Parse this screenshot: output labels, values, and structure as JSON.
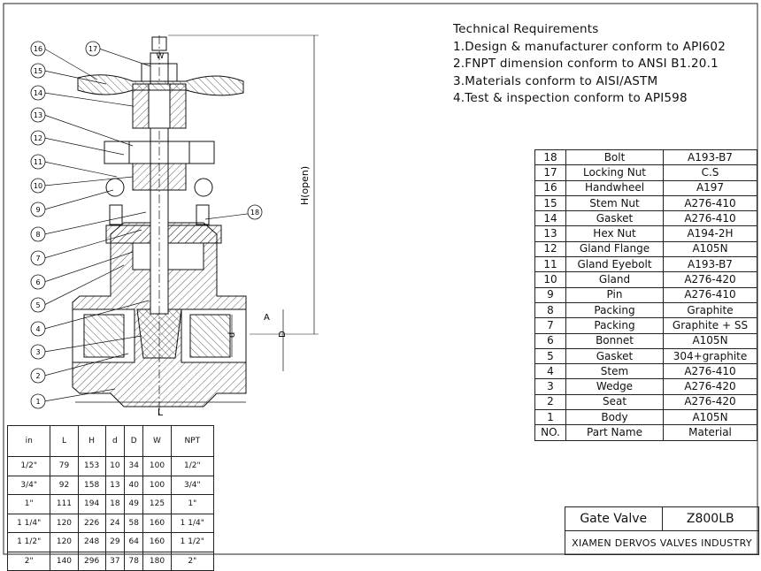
{
  "requirements": {
    "heading": "Technical Requirements",
    "items": [
      "1.Design & manufacturer conform to API602",
      "2.FNPT dimension conform to ANSI B1.20.1",
      "3.Materials conform to AISI/ASTM",
      "4.Test & inspection conform to API598"
    ]
  },
  "labels": {
    "h_open": "H(open)",
    "w": "W",
    "l": "L",
    "d": "d",
    "d_big": "D",
    "a": "A",
    "balloons": [
      "1",
      "2",
      "3",
      "4",
      "5",
      "6",
      "7",
      "8",
      "9",
      "10",
      "11",
      "12",
      "13",
      "14",
      "15",
      "16",
      "17",
      "18"
    ]
  },
  "parts": {
    "header": {
      "no": "NO.",
      "name": "Part Name",
      "material": "Material"
    },
    "rows": [
      {
        "no": "18",
        "name": "Bolt",
        "material": "A193-B7"
      },
      {
        "no": "17",
        "name": "Locking Nut",
        "material": "C.S"
      },
      {
        "no": "16",
        "name": "Handwheel",
        "material": "A197"
      },
      {
        "no": "15",
        "name": "Stem Nut",
        "material": "A276-410"
      },
      {
        "no": "14",
        "name": "Gasket",
        "material": "A276-410"
      },
      {
        "no": "13",
        "name": "Hex Nut",
        "material": "A194-2H"
      },
      {
        "no": "12",
        "name": "Gland Flange",
        "material": "A105N"
      },
      {
        "no": "11",
        "name": "Gland Eyebolt",
        "material": "A193-B7"
      },
      {
        "no": "10",
        "name": "Gland",
        "material": "A276-420"
      },
      {
        "no": "9",
        "name": "Pin",
        "material": "A276-410"
      },
      {
        "no": "8",
        "name": "Packing",
        "material": "Graphite"
      },
      {
        "no": "7",
        "name": "Packing",
        "material": "Graphite + SS"
      },
      {
        "no": "6",
        "name": "Bonnet",
        "material": "A105N"
      },
      {
        "no": "5",
        "name": "Gasket",
        "material": "304+graphite"
      },
      {
        "no": "4",
        "name": "Stem",
        "material": "A276-410"
      },
      {
        "no": "3",
        "name": "Wedge",
        "material": "A276-420"
      },
      {
        "no": "2",
        "name": "Seat",
        "material": "A276-420"
      },
      {
        "no": "1",
        "name": "Body",
        "material": "A105N"
      }
    ]
  },
  "dimensions": {
    "header": [
      "in",
      "L",
      "H",
      "d",
      "D",
      "W",
      "NPT"
    ],
    "rows": [
      [
        "1/2\"",
        "79",
        "153",
        "10",
        "34",
        "100",
        "1/2\""
      ],
      [
        "3/4\"",
        "92",
        "158",
        "13",
        "40",
        "100",
        "3/4\""
      ],
      [
        "1\"",
        "111",
        "194",
        "18",
        "49",
        "125",
        "1\""
      ],
      [
        "1 1/4\"",
        "120",
        "226",
        "24",
        "58",
        "160",
        "1 1/4\""
      ],
      [
        "1 1/2\"",
        "120",
        "248",
        "29",
        "64",
        "160",
        "1 1/2\""
      ],
      [
        "2\"",
        "140",
        "296",
        "37",
        "78",
        "180",
        "2\""
      ]
    ]
  },
  "title_block": {
    "name": "Gate Valve",
    "model": "Z800LB",
    "company": "XIAMEN DERVOS VALVES INDUSTRY"
  }
}
